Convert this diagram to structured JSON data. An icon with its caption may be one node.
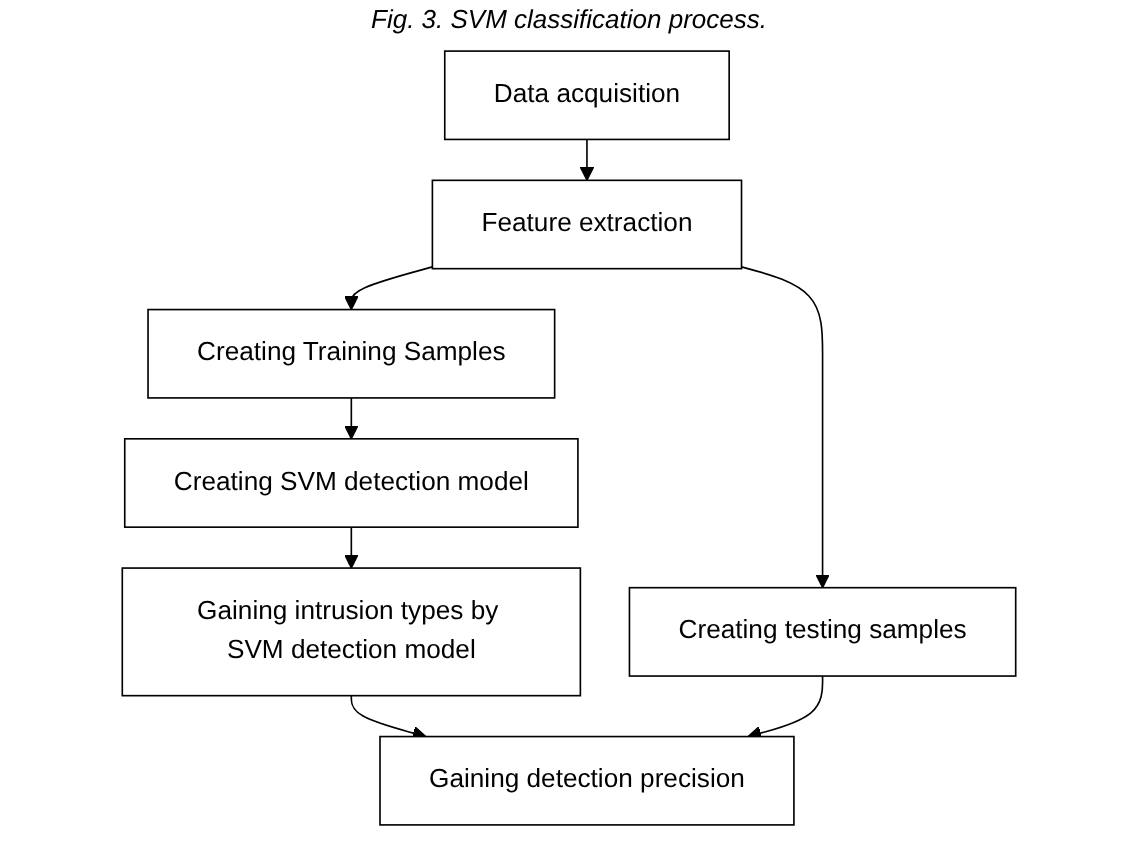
{
  "diagram": {
    "title": "Fig. 3. SVM classification process.",
    "nodes": [
      {
        "text": [
          "Data acquisition"
        ]
      },
      {
        "text": [
          "Feature extraction"
        ]
      },
      {
        "text": [
          "Creating testing samples"
        ]
      },
      {
        "text": [
          "Creating Training Samples"
        ]
      },
      {
        "text": [
          "Creating SVM detection model"
        ]
      },
      {
        "text": [
          "Gaining intrusion types by SVM detection model"
        ]
      },
      {
        "text": [
          "Gaining detection precision"
        ]
      }
    ],
    "edges": [
      {
        "from": 0,
        "to": 1,
        "arrow": "to"
      },
      {
        "from": 1,
        "to": 3,
        "arrow": "to"
      },
      {
        "from": 1,
        "to": 2,
        "arrow": "to"
      },
      {
        "from": 3,
        "to": 4,
        "arrow": "to"
      },
      {
        "from": 4,
        "to": 5,
        "arrow": "to"
      },
      {
        "from": 5,
        "to": 6,
        "arrow": "to"
      },
      {
        "from": 2,
        "to": 6,
        "arrow": "to"
      }
    ]
  }
}
